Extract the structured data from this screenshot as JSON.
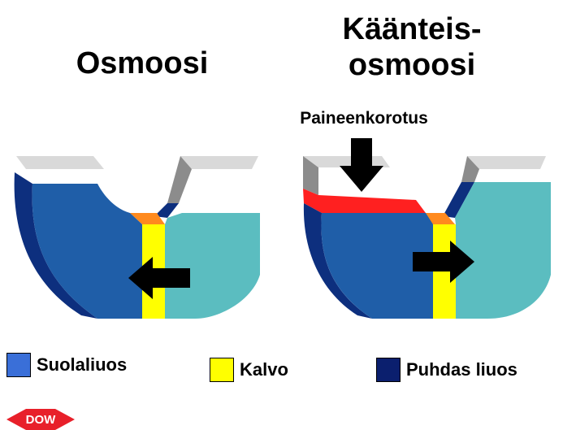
{
  "titles": {
    "left": "Osmoosi",
    "right_line1": "Käänteis-",
    "right_line2": "osmoosi"
  },
  "pressure_label": "Paineenkorotus",
  "legend": [
    {
      "label": "Suolaliuos",
      "color": "#3a6fd8"
    },
    {
      "label": "Kalvo",
      "color": "#ffff00"
    },
    {
      "label": "Puhdas liuos",
      "color": "#0b1f6e"
    }
  ],
  "logo": {
    "text": "DOW",
    "color": "#e8202a"
  },
  "colors": {
    "salt_solution": "#1f5ea8",
    "salt_side_dark": "#0d2f7e",
    "pure_solution": "#5bbdc0",
    "membrane": "#ffff00",
    "membrane_top": "#ff8a1e",
    "pressure_plate": "#ff2020",
    "arrow": "#000000"
  }
}
